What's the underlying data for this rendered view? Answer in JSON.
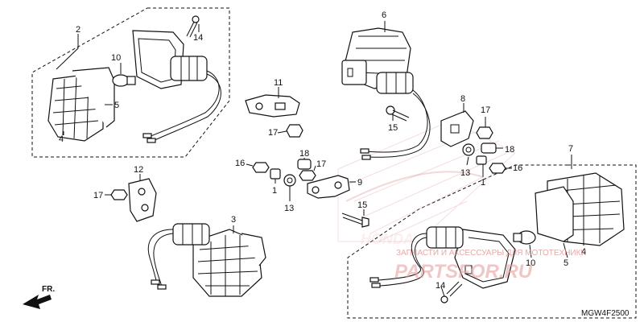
{
  "callouts": [
    {
      "id": "c2a",
      "label": "2"
    },
    {
      "id": "c14a",
      "label": "14"
    },
    {
      "id": "c10a",
      "label": "10"
    },
    {
      "id": "c5a",
      "label": "5"
    },
    {
      "id": "c4a",
      "label": "4"
    },
    {
      "id": "c6",
      "label": "6"
    },
    {
      "id": "c11",
      "label": "11"
    },
    {
      "id": "c17a",
      "label": "17"
    },
    {
      "id": "c15a",
      "label": "15"
    },
    {
      "id": "c8",
      "label": "8"
    },
    {
      "id": "c17b",
      "label": "17"
    },
    {
      "id": "c18a",
      "label": "18"
    },
    {
      "id": "c13a",
      "label": "13"
    },
    {
      "id": "c1a",
      "label": "1"
    },
    {
      "id": "c16a",
      "label": "16"
    },
    {
      "id": "c16b",
      "label": "16"
    },
    {
      "id": "c18b",
      "label": "18"
    },
    {
      "id": "c17c",
      "label": "17"
    },
    {
      "id": "c1b",
      "label": "1"
    },
    {
      "id": "c13b",
      "label": "13"
    },
    {
      "id": "c9",
      "label": "9"
    },
    {
      "id": "c12",
      "label": "12"
    },
    {
      "id": "c17d",
      "label": "17"
    },
    {
      "id": "c15b",
      "label": "15"
    },
    {
      "id": "c3",
      "label": "3"
    },
    {
      "id": "c7",
      "label": "7"
    },
    {
      "id": "c4b",
      "label": "4"
    },
    {
      "id": "c10b",
      "label": "10"
    },
    {
      "id": "c5b",
      "label": "5"
    },
    {
      "id": "c14b",
      "label": "14"
    }
  ],
  "watermark": {
    "line": "ЗАПЧАСТИ И АКСЕССУАРЫ ДЛЯ МОТОТЕХНИКИ",
    "site": "PARTSFOR.RU"
  },
  "direction_label": "FR.",
  "diagram_code": "MGW4F2500"
}
